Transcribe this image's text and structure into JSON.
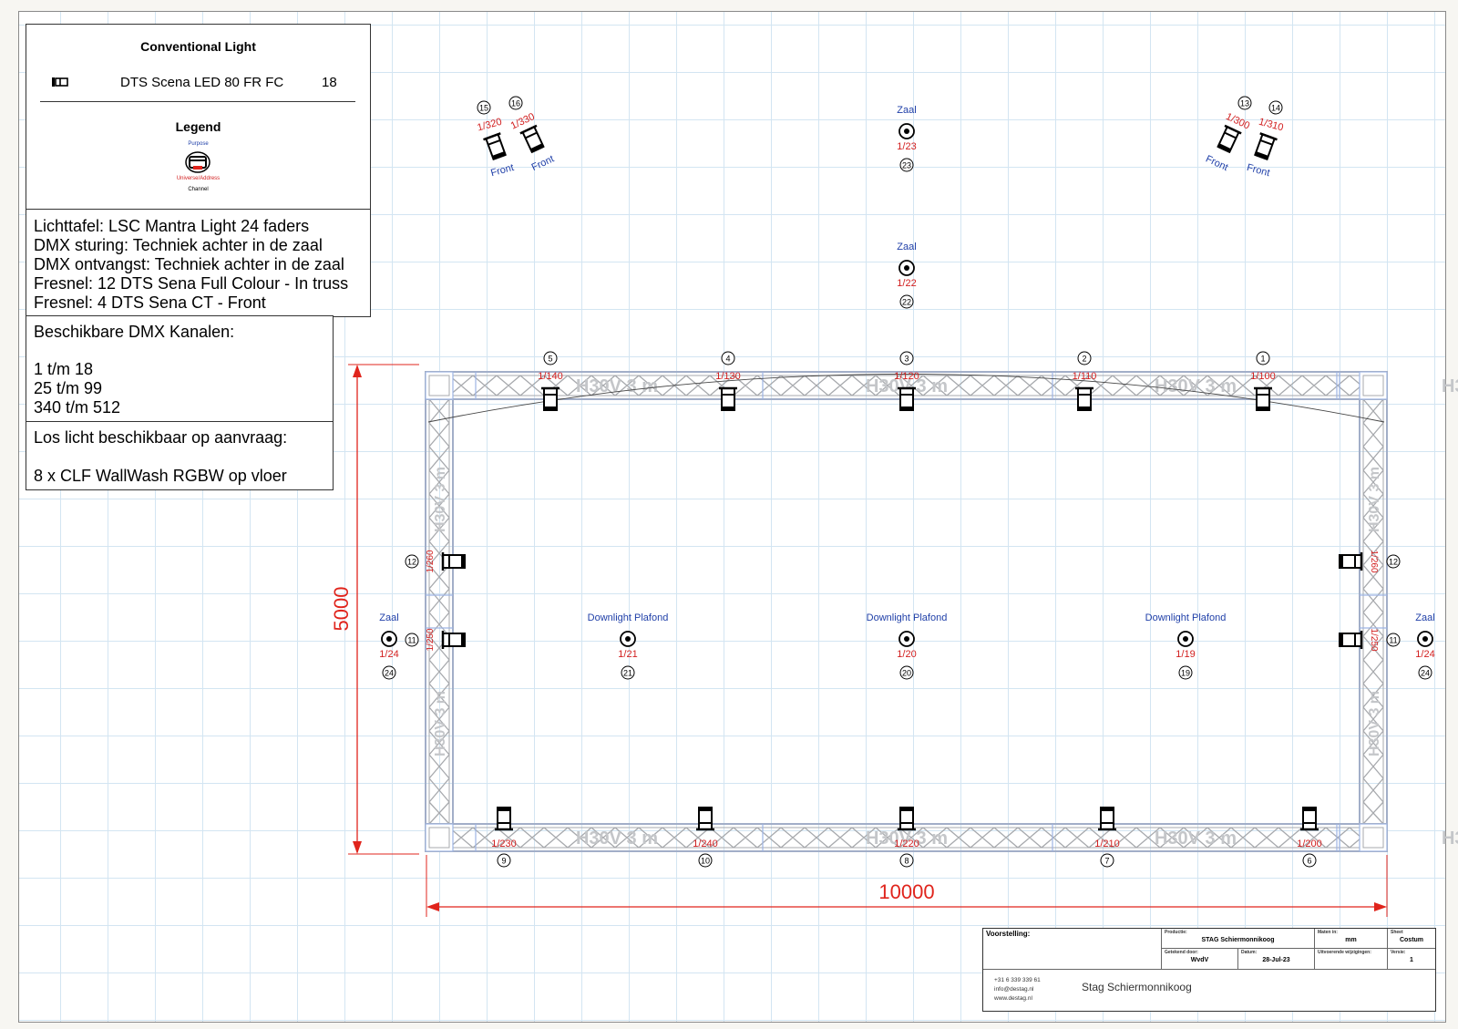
{
  "legend": {
    "heading": "Conventional Light",
    "fixture_name": "DTS Scena LED 80 FR FC",
    "fixture_count": "18",
    "legend_title": "Legend",
    "legend_purpose": "Purpose",
    "legend_address": "Universe/Address",
    "legend_channel": "Channel"
  },
  "info": {
    "lines": [
      "Lichttafel: LSC Mantra Light 24 faders",
      "DMX sturing: Techniek achter in de zaal",
      "DMX ontvangst: Techniek achter in de zaal",
      "Fresnel: 12 DTS Sena Full Colour - In truss",
      "Fresnel: 4 DTS Sena CT - Front"
    ]
  },
  "dmx": {
    "title": "Beschikbare DMX Kanalen:",
    "ranges": [
      "1 t/m 18",
      "25 t/m 99",
      "340 t/m 512"
    ]
  },
  "loose": {
    "title": "Los licht beschikbaar op aanvraag:",
    "item": "8 x CLF WallWash RGBW op vloer"
  },
  "dimensions": {
    "height": "5000",
    "width": "10000"
  },
  "truss_label": "H30V 3 m",
  "fixtures": {
    "top_truss": [
      {
        "channel": "5",
        "address": "1/140"
      },
      {
        "channel": "4",
        "address": "1/130"
      },
      {
        "channel": "3",
        "address": "1/120"
      },
      {
        "channel": "2",
        "address": "1/110"
      },
      {
        "channel": "1",
        "address": "1/100"
      }
    ],
    "bottom_truss": [
      {
        "channel": "9",
        "address": "1/230"
      },
      {
        "channel": "10",
        "address": "1/240"
      },
      {
        "channel": "8",
        "address": "1/220"
      },
      {
        "channel": "7",
        "address": "1/210"
      },
      {
        "channel": "6",
        "address": "1/200"
      }
    ],
    "side_truss": [
      {
        "channel": "12",
        "address": "1/260"
      },
      {
        "channel": "11",
        "address": "1/250"
      },
      {
        "channel": "12",
        "address": "1/260"
      },
      {
        "channel": "11",
        "address": "1/250"
      }
    ],
    "front": [
      {
        "channel": "15",
        "address": "1/320",
        "purpose": "Front"
      },
      {
        "channel": "16",
        "address": "1/330",
        "purpose": "Front"
      },
      {
        "channel": "13",
        "address": "1/300",
        "purpose": "Front"
      },
      {
        "channel": "14",
        "address": "1/310",
        "purpose": "Front"
      }
    ],
    "downlights": [
      {
        "channel": "23",
        "address": "1/23",
        "purpose": "Zaal"
      },
      {
        "channel": "22",
        "address": "1/22",
        "purpose": "Zaal"
      },
      {
        "channel": "21",
        "address": "1/21",
        "purpose": "Downlight Plafond"
      },
      {
        "channel": "20",
        "address": "1/20",
        "purpose": "Downlight Plafond"
      },
      {
        "channel": "19",
        "address": "1/19",
        "purpose": "Downlight Plafond"
      },
      {
        "channel": "24",
        "address": "1/24",
        "purpose": "Zaal"
      },
      {
        "channel": "24",
        "address": "1/24",
        "purpose": "Zaal"
      }
    ]
  },
  "title_block": {
    "performance_label": "Voorstelling:",
    "production_label": "Productie:",
    "production_value": "STAG Schiermonnikoog",
    "units_label": "Maten in:",
    "units_value": "mm",
    "sheet_label": "Sheet",
    "sheet_value": "Costum",
    "drawn_by_label": "Getekend door:",
    "drawn_by_value": "WvdV",
    "date_label": "Datum:",
    "date_value": "28-Jul-23",
    "changes_label": "Uitvoerende wijzigingen:",
    "version_label": "Versie:",
    "version_value": "1",
    "phone": "+31 6 339 339 61",
    "email": "info@destag.nl",
    "website": "www.destag.nl",
    "company": "Stag Schiermonnikoog"
  },
  "colors": {
    "label_red": "#d21f1f",
    "purpose_blue": "#1f3fa8",
    "dimension_red": "#e0241c",
    "truss_gray": "#a7a9ad",
    "truss_outline": "#9db4e4"
  }
}
